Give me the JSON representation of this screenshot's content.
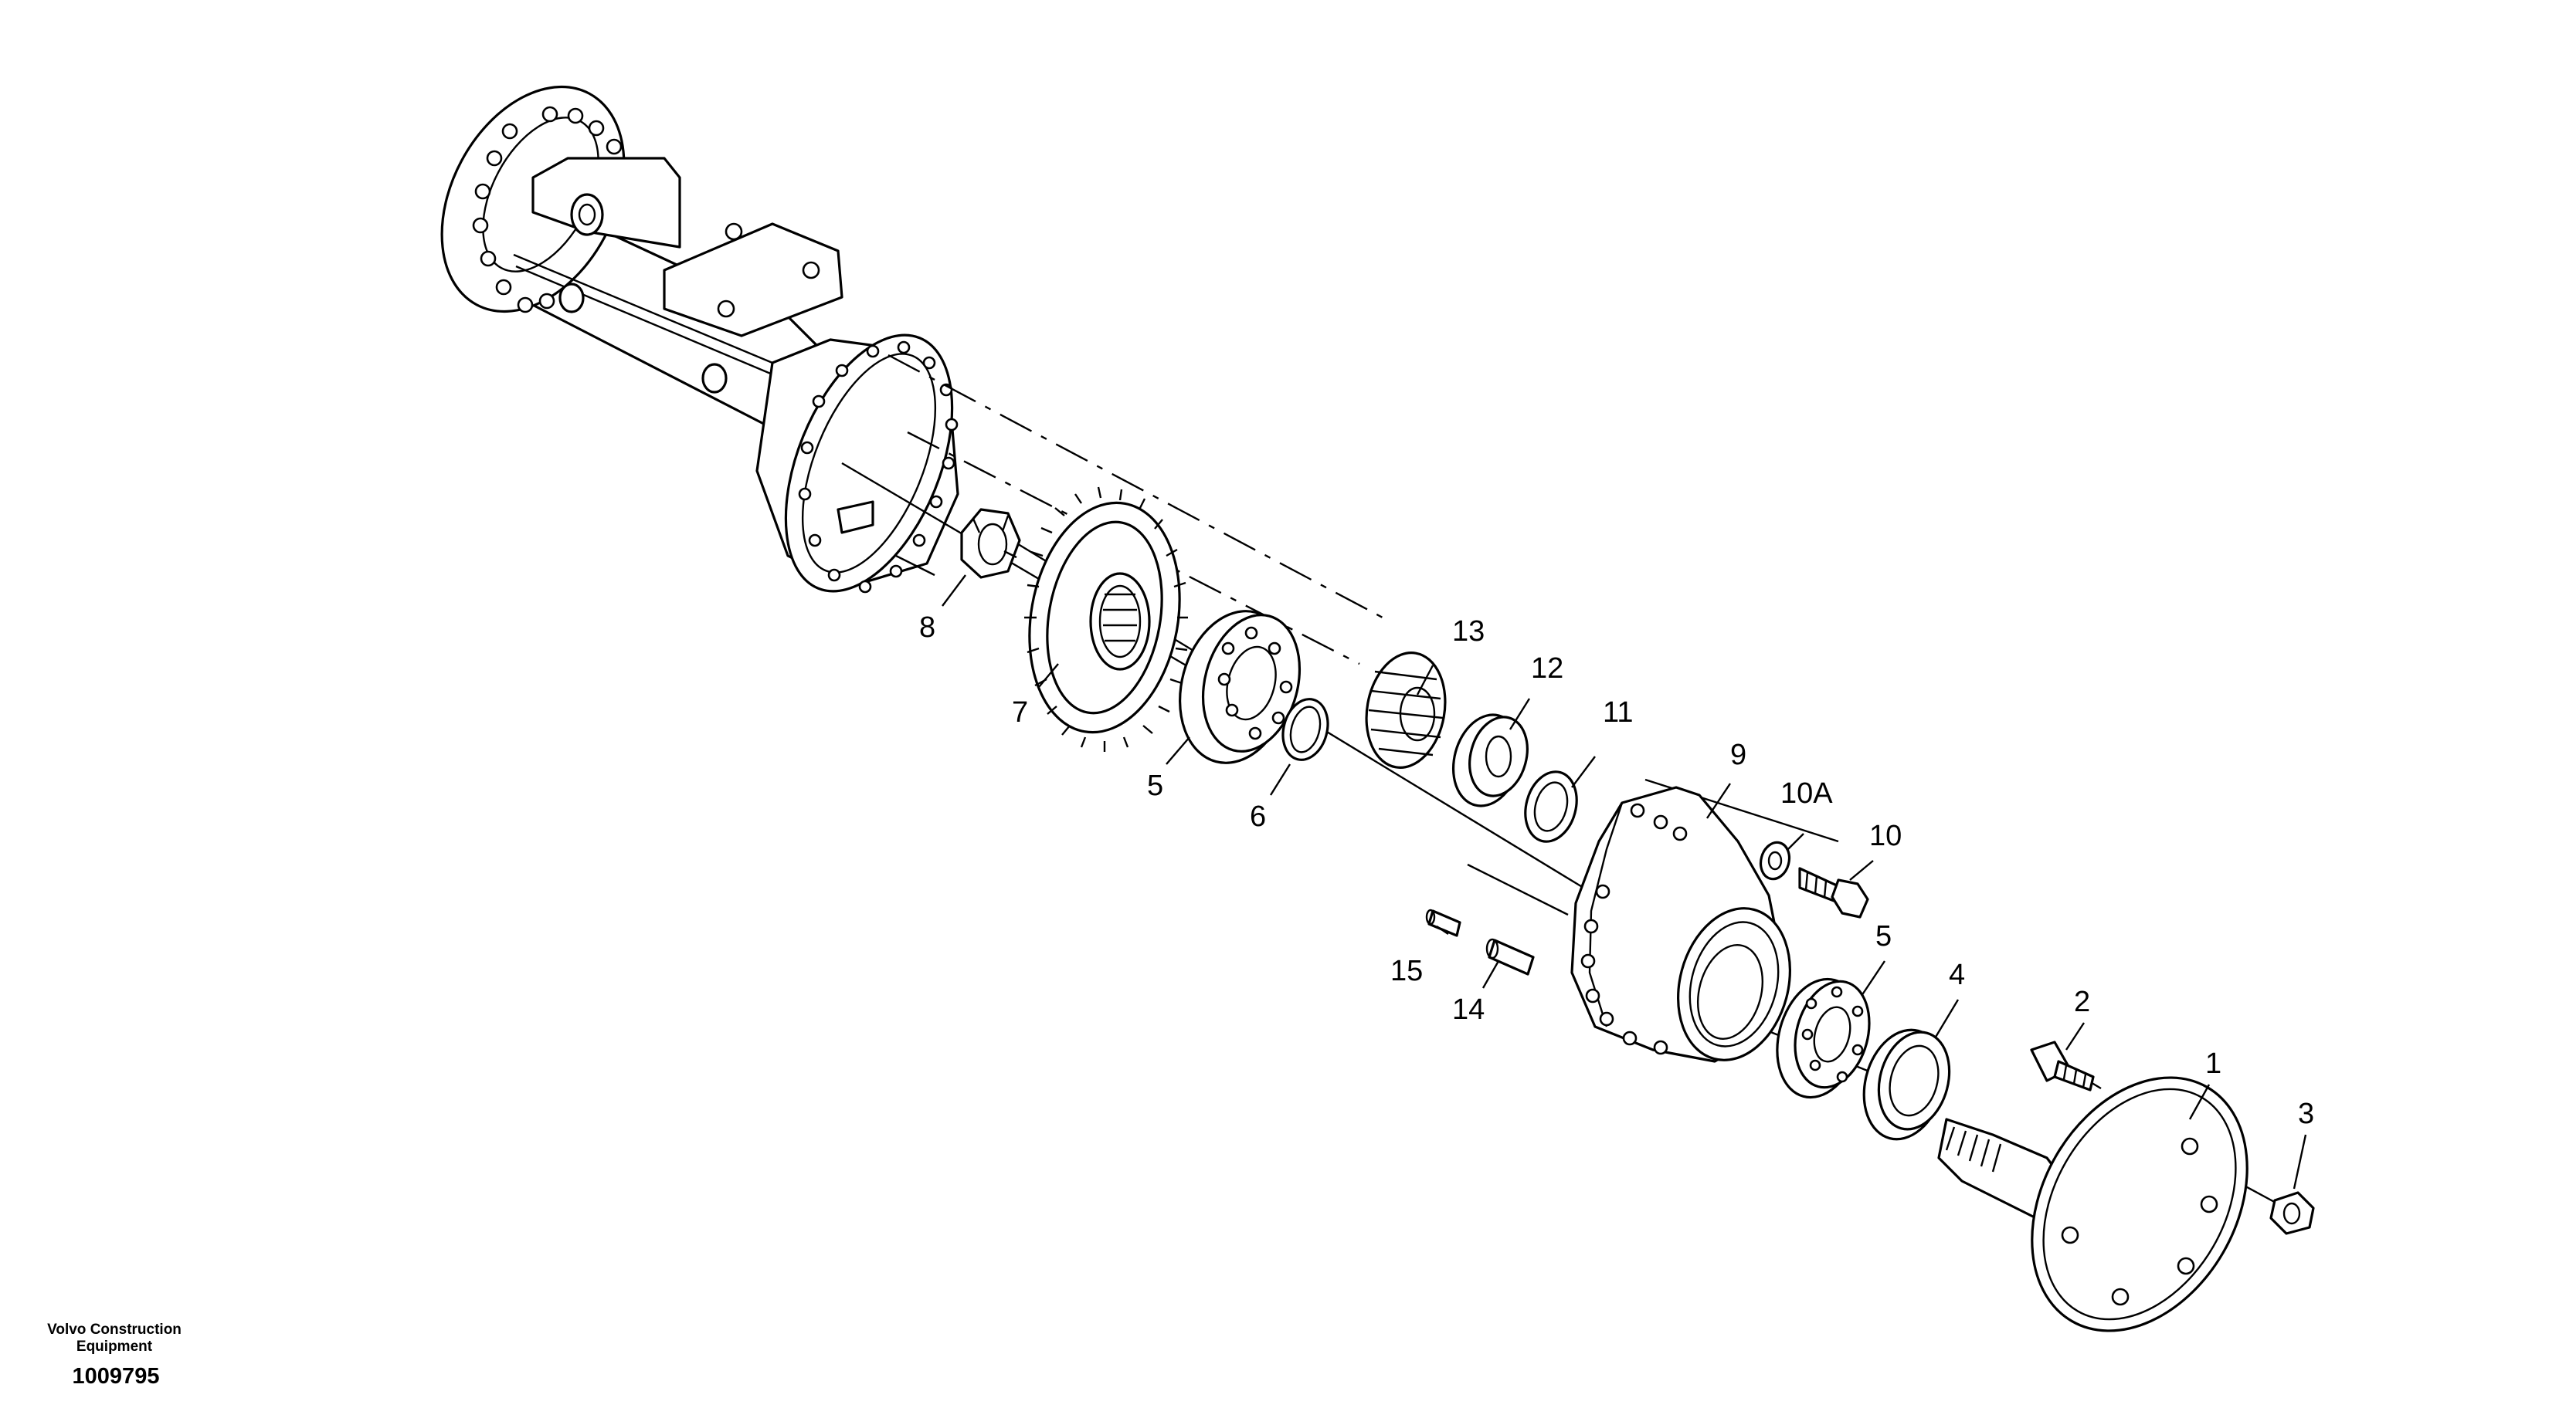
{
  "diagram": {
    "type": "exploded parts view",
    "labels": [
      "1",
      "2",
      "3",
      "4",
      "5",
      "5",
      "6",
      "7",
      "8",
      "9",
      "10",
      "10A",
      "11",
      "12",
      "13",
      "14",
      "15"
    ]
  },
  "footer": {
    "brand_line1": "Volvo Construction",
    "brand_line2": "Equipment",
    "doc_number": "1009795"
  }
}
